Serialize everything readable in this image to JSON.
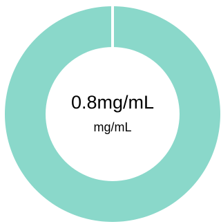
{
  "chart_data": {
    "type": "pie",
    "variant": "donut",
    "center_value": "0.8mg/mL",
    "center_unit": "mg/mL",
    "slices": [
      {
        "value": 0.8,
        "color": "#8ad8ca"
      }
    ],
    "max": 0.8,
    "gap_color": "#ffffff"
  }
}
